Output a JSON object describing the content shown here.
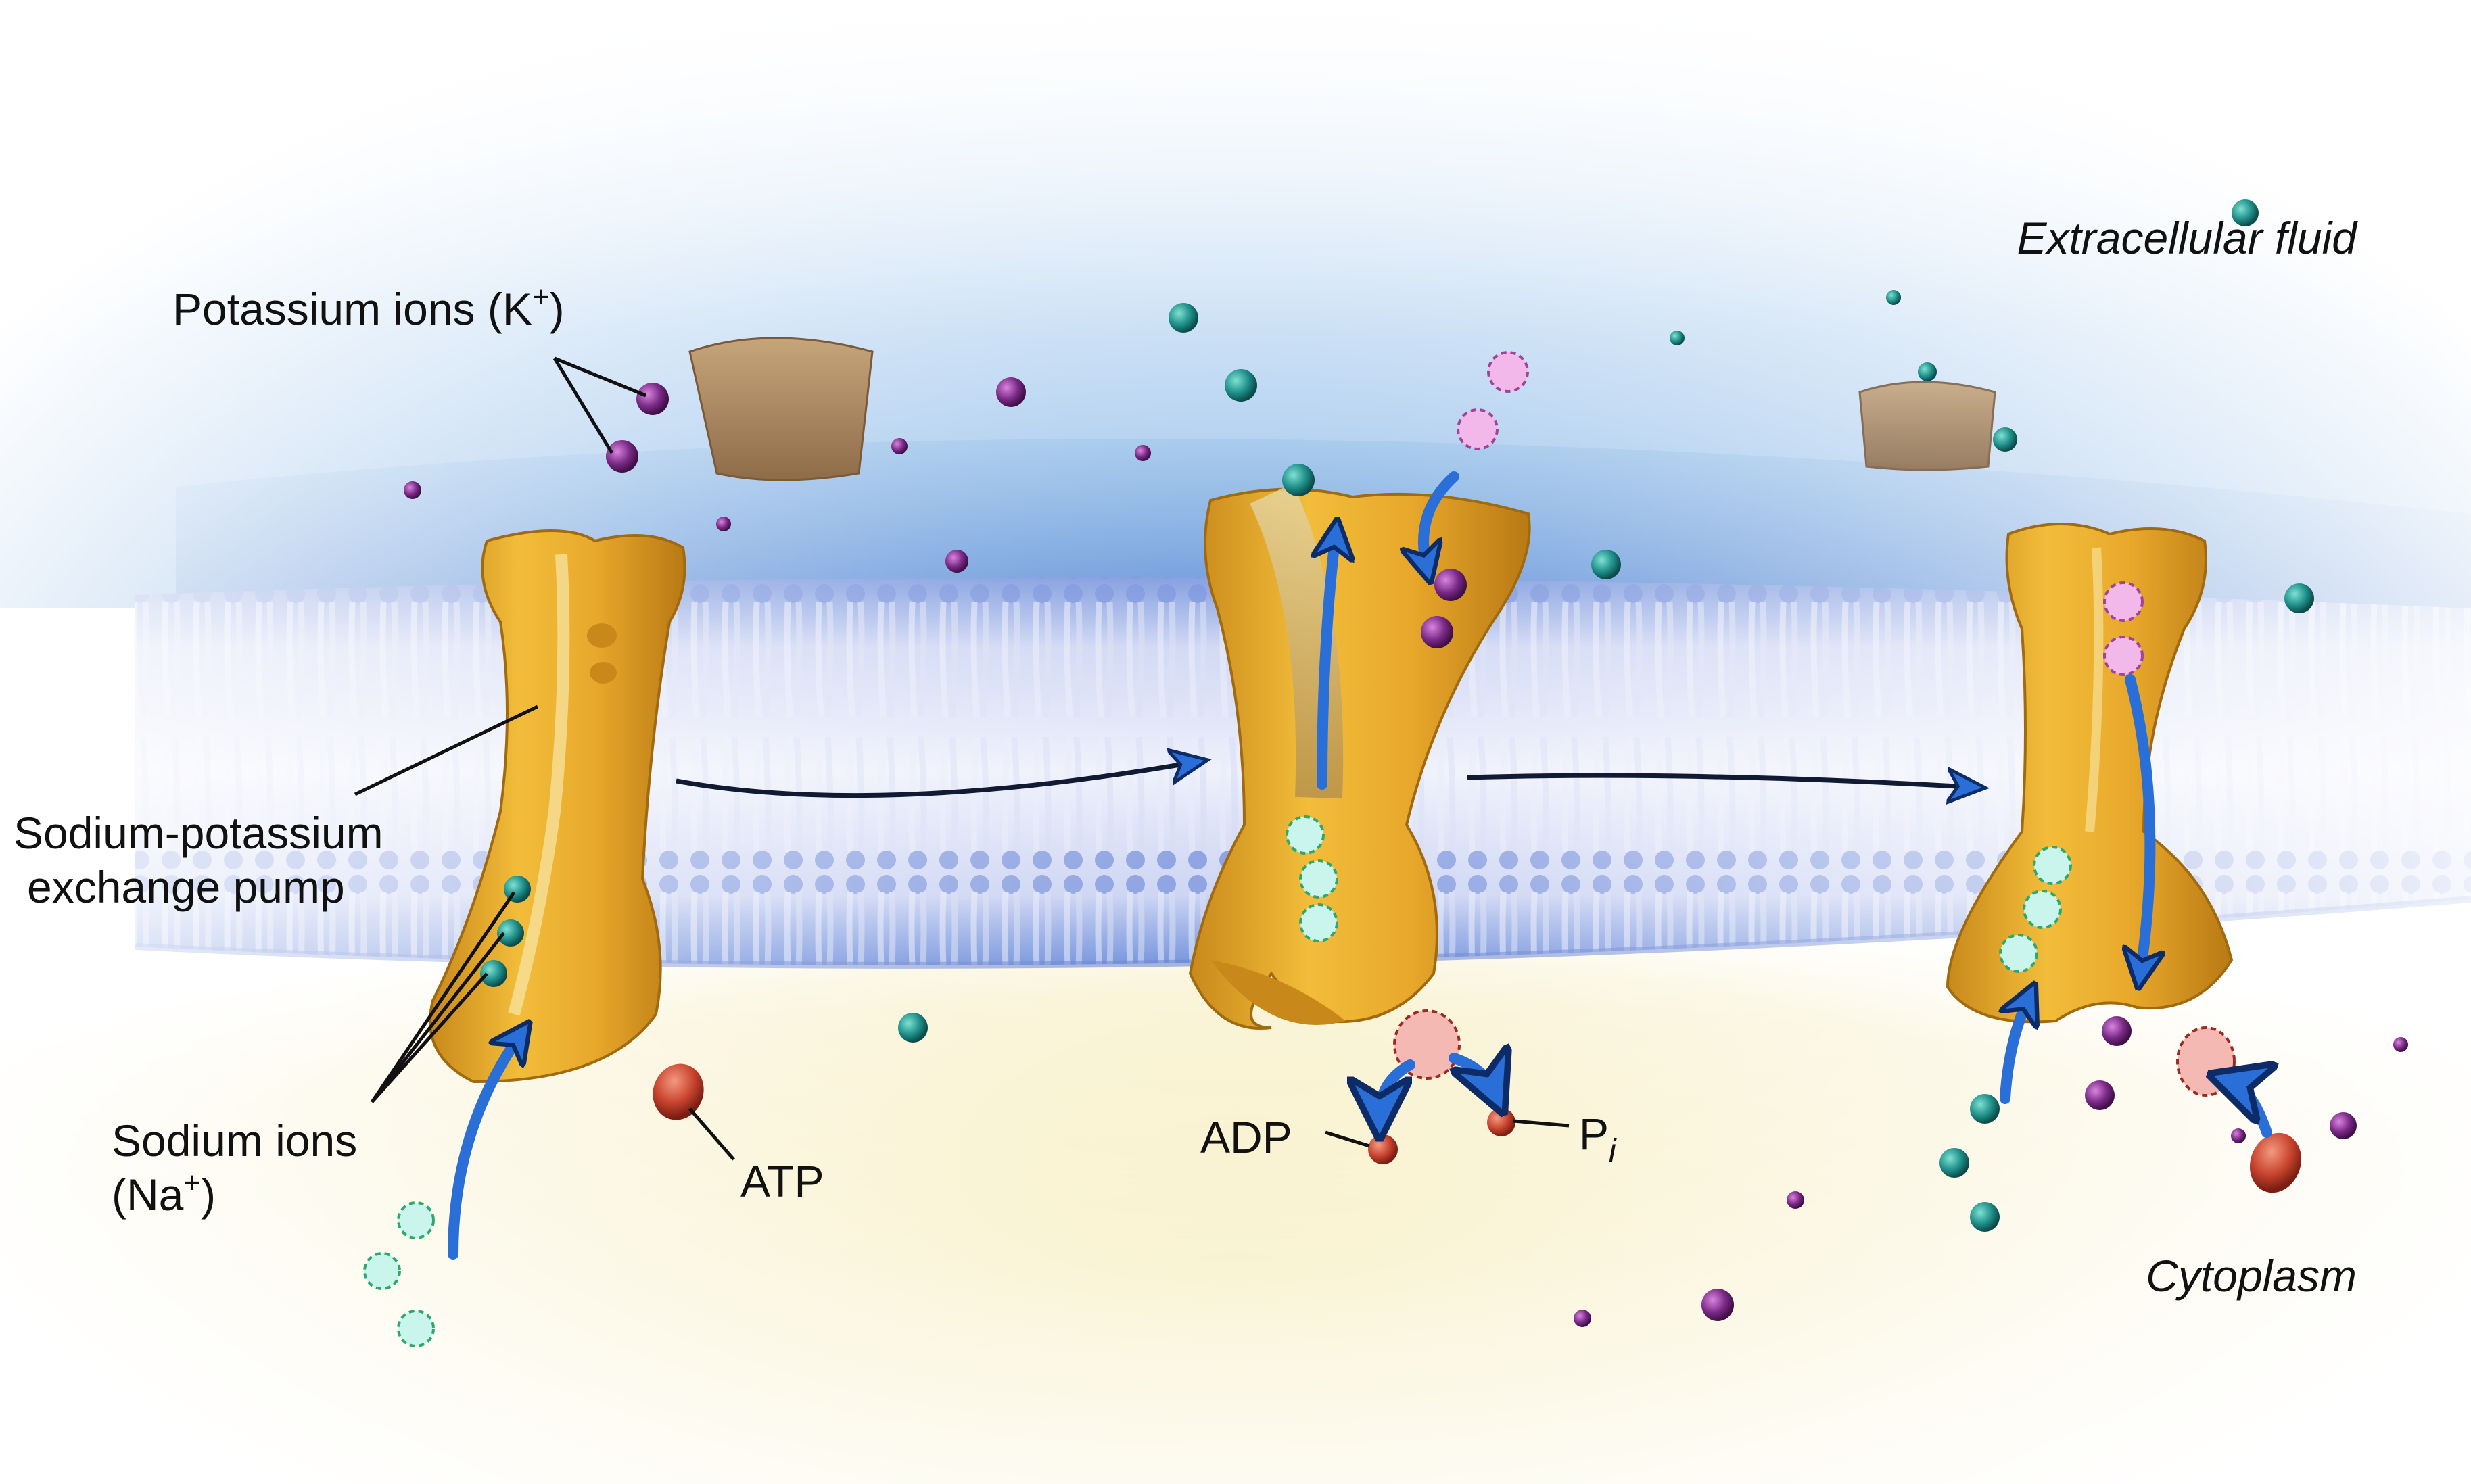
{
  "regions": {
    "extracellular": "Extracellular fluid",
    "cytoplasm": "Cytoplasm"
  },
  "labels": {
    "potassium": "Potassium ions (K",
    "potassium_sup": "+",
    "potassium_close": ")",
    "pump_line1": "Sodium-potassium",
    "pump_line2": "exchange pump",
    "sodium_line1": "Sodium ions",
    "sodium_line2": "(Na",
    "sodium_sup": "+",
    "sodium_close": ")",
    "atp": "ATP",
    "adp": "ADP",
    "pi": "P",
    "pi_sub": "i"
  },
  "colors": {
    "extracellular_blue": "#7fb3e6",
    "membrane_blue": "#4f86d9",
    "lipid_tail": "#dfe4f7",
    "pump_gold": "#e6a92c",
    "cytoplasm_yellow": "#f6ecb5",
    "potassium_purple": "#7a2a86",
    "sodium_teal": "#1f8f8a",
    "atp_red": "#c7432e",
    "arrow_blue": "#2a6fd8"
  }
}
